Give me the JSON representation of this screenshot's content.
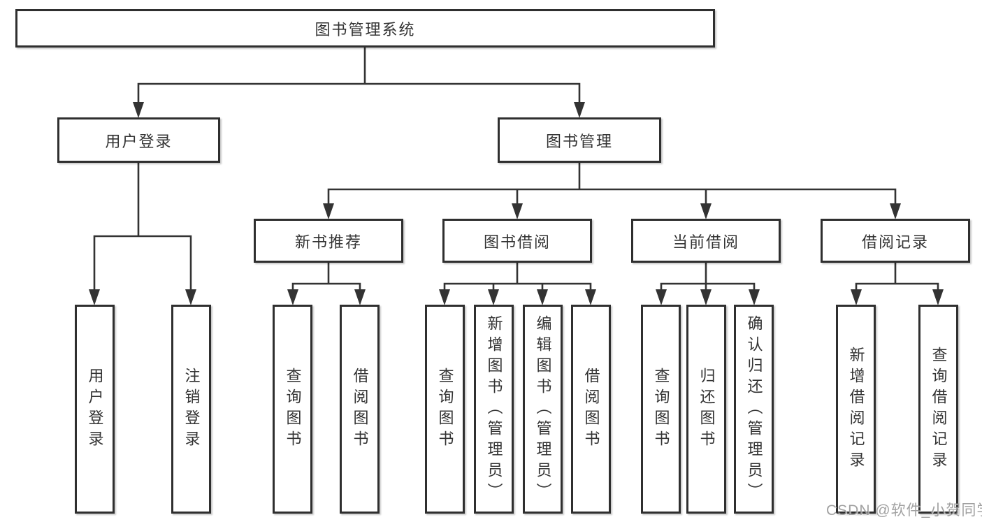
{
  "diagram": {
    "tree": {
      "label": "图书管理系统",
      "children": [
        {
          "label": "用户登录",
          "children": [
            {
              "label": "用户登录"
            },
            {
              "label": "注销登录"
            }
          ]
        },
        {
          "label": "图书管理",
          "children": [
            {
              "label": "新书推荐",
              "children": [
                {
                  "label": "查询图书"
                },
                {
                  "label": "借阅图书"
                }
              ]
            },
            {
              "label": "图书借阅",
              "children": [
                {
                  "label": "查询图书"
                },
                {
                  "label": "新增图书（管理员）"
                },
                {
                  "label": "编辑图书（管理员）"
                },
                {
                  "label": "借阅图书"
                }
              ]
            },
            {
              "label": "当前借阅",
              "children": [
                {
                  "label": "查询图书"
                },
                {
                  "label": "归还图书"
                },
                {
                  "label": "确认归还（管理员）"
                }
              ]
            },
            {
              "label": "借阅记录",
              "children": [
                {
                  "label": "新增借阅记录"
                },
                {
                  "label": "查询借阅记录"
                }
              ]
            }
          ]
        }
      ]
    },
    "colors": {
      "line": "#333333",
      "box_border": "#2f2f2f",
      "text": "#333333",
      "background": "#ffffff",
      "watermark": "#949494"
    }
  },
  "watermark": "CSDN @软件_小贺同学"
}
